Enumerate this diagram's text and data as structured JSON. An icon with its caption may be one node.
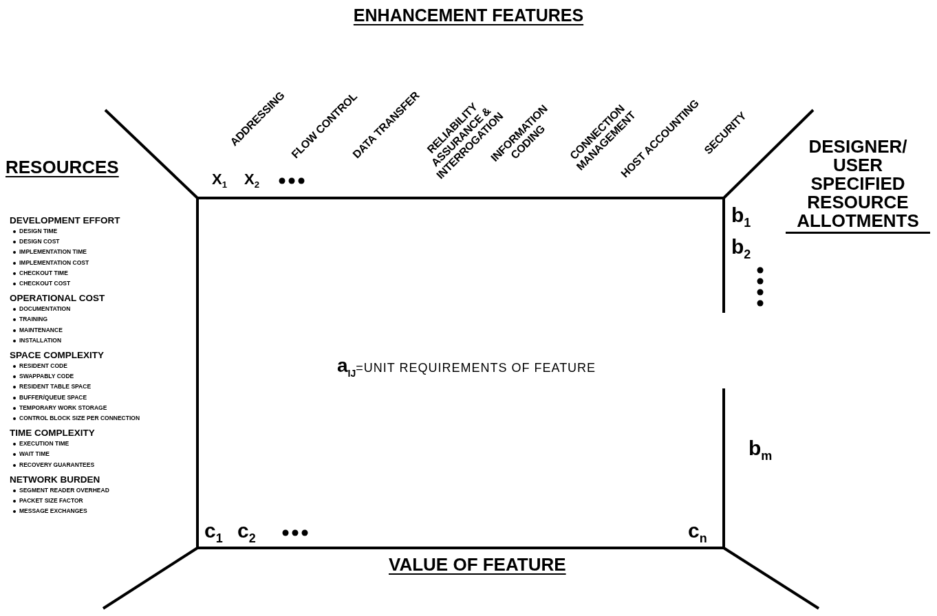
{
  "diagram": {
    "title": "ENHANCEMENT FEATURES",
    "nodes": [
      {
        "text": [
          "**a$_{IJ}$**=UNIT REQUIREMENTS OF FEATURE"
        ]
      }
    ],
    "labels": [
      "ADDRESSING",
      "FLOW CONTROL",
      "DATA TRANSFER",
      "RELIABILITY ASSURANCE & INTERROGATION",
      "INFORMATION CODING",
      "CONNECTION MANAGEMENT",
      "HOST ACCOUNTING",
      "SECURITY",
      "RESOURCES",
      "X$_{1}$",
      "X$_{2}$",
      "DESIGNER/ USER SPECIFIED RESOURCE ALLOTMENTS",
      "b$_{1}$",
      "b$_{2}$",
      "DEVELOPMENT EFFORT",
      "DESIGN TIME",
      "DESIGN COST",
      "IMPLEMENTATION TIME",
      "IMPLEMENTATION COST",
      "CHECKOUT TIME",
      "CHECKOUT COST",
      "OPERATIONAL COST",
      "DOCUMENTATION",
      "TRAINING",
      "MAINTENANCE",
      "INSTALLATION",
      "SPACE COMPLEXITY",
      "RESIDENT CODE",
      "SWAPPABLY CODE",
      "RESIDENT TABLE SPACE",
      "BUFFER/QUEUE SPACE",
      "TEMPORARY WORK STORAGE",
      "CONTROL BLOCK SIZE PER CONNECTION",
      "TIME COMPLEXITY",
      "EXECUTION TIME",
      "WAIT TIME",
      "RECOVERY GUARANTEES",
      "NETWORK BURDEN",
      "SEGMENT READER OVERHEAD",
      "PACKET SIZE FACTOR",
      "MESSAGE EXCHANGES",
      "b$_{m}$",
      "c$_{1}$",
      "c$_{2}$",
      "c$_{n}$",
      "VALUE OF FEATURE"
    ]
  }
}
